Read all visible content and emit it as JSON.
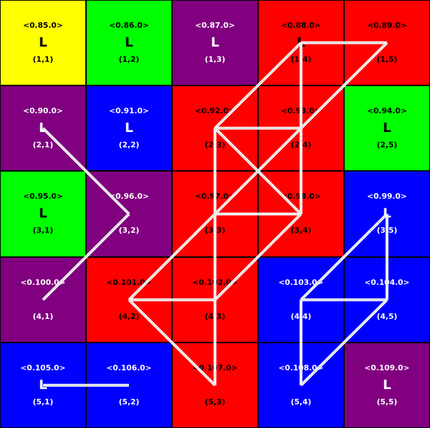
{
  "palette": {
    "yellow": "#ffff00",
    "green": "#00ff00",
    "purple": "#800080",
    "red": "#ff0000",
    "blue": "#0000ff"
  },
  "grid": {
    "rows": [
      [
        {
          "label": "<0.85.0>",
          "letter": "L",
          "coord": "(1,1)",
          "color": "yellow"
        },
        {
          "label": "<0.86.0>",
          "letter": "L",
          "coord": "(1,2)",
          "color": "green"
        },
        {
          "label": "<0.87.0>",
          "letter": "L",
          "coord": "(1,3)",
          "color": "purple"
        },
        {
          "label": "<0.88.0>",
          "letter": "L",
          "coord": "(1,4)",
          "color": "red"
        },
        {
          "label": "<0.89.0>",
          "letter": "",
          "coord": "(1,5)",
          "color": "red"
        }
      ],
      [
        {
          "label": "<0.90.0>",
          "letter": "L",
          "coord": "(2,1)",
          "color": "purple"
        },
        {
          "label": "<0.91.0>",
          "letter": "L",
          "coord": "(2,2)",
          "color": "blue"
        },
        {
          "label": "<0.92.0>",
          "letter": "",
          "coord": "(2,3)",
          "color": "red"
        },
        {
          "label": "<0.93.0>",
          "letter": "",
          "coord": "(2,4)",
          "color": "red"
        },
        {
          "label": "<0.94.0>",
          "letter": "L",
          "coord": "(2,5)",
          "color": "green"
        }
      ],
      [
        {
          "label": "<0.95.0>",
          "letter": "L",
          "coord": "(3,1)",
          "color": "green"
        },
        {
          "label": "<0.96.0>",
          "letter": "",
          "coord": "(3,2)",
          "color": "purple"
        },
        {
          "label": "<0.97.0>",
          "letter": "",
          "coord": "(3,3)",
          "color": "red"
        },
        {
          "label": "<0.98.0>",
          "letter": "",
          "coord": "(3,4)",
          "color": "red"
        },
        {
          "label": "<0.99.0>",
          "letter": "L",
          "coord": "(3,5)",
          "color": "blue"
        }
      ],
      [
        {
          "label": "<0.100.0>",
          "letter": "",
          "coord": "(4,1)",
          "color": "purple"
        },
        {
          "label": "<0.101.0>",
          "letter": "",
          "coord": "(4,2)",
          "color": "red"
        },
        {
          "label": "<0.102.0>",
          "letter": "",
          "coord": "(4,3)",
          "color": "red"
        },
        {
          "label": "<0.103.0>",
          "letter": "",
          "coord": "(4,4)",
          "color": "blue"
        },
        {
          "label": "<0.104.0>",
          "letter": "",
          "coord": "(4,5)",
          "color": "blue"
        }
      ],
      [
        {
          "label": "<0.105.0>",
          "letter": "L",
          "coord": "(5,1)",
          "color": "blue"
        },
        {
          "label": "<0.106.0>",
          "letter": "",
          "coord": "(5,2)",
          "color": "blue"
        },
        {
          "label": "<0.107.0>",
          "letter": "",
          "coord": "(5,3)",
          "color": "red"
        },
        {
          "label": "<0.108.0>",
          "letter": "",
          "coord": "(5,4)",
          "color": "blue"
        },
        {
          "label": "<0.109.0>",
          "letter": "L",
          "coord": "(5,5)",
          "color": "purple"
        }
      ]
    ]
  },
  "links": [
    [
      [
        1,
        4
      ],
      [
        2,
        3
      ]
    ],
    [
      [
        1,
        4
      ],
      [
        1,
        5
      ]
    ],
    [
      [
        1,
        4
      ],
      [
        2,
        4
      ]
    ],
    [
      [
        1,
        5
      ],
      [
        2,
        4
      ]
    ],
    [
      [
        2,
        3
      ],
      [
        2,
        4
      ]
    ],
    [
      [
        2,
        3
      ],
      [
        3,
        3
      ]
    ],
    [
      [
        2,
        3
      ],
      [
        3,
        4
      ]
    ],
    [
      [
        2,
        4
      ],
      [
        3,
        3
      ]
    ],
    [
      [
        2,
        4
      ],
      [
        3,
        4
      ]
    ],
    [
      [
        3,
        3
      ],
      [
        3,
        4
      ]
    ],
    [
      [
        3,
        3
      ],
      [
        4,
        2
      ]
    ],
    [
      [
        3,
        3
      ],
      [
        4,
        3
      ]
    ],
    [
      [
        3,
        4
      ],
      [
        4,
        3
      ]
    ],
    [
      [
        4,
        2
      ],
      [
        4,
        3
      ]
    ],
    [
      [
        4,
        2
      ],
      [
        5,
        3
      ]
    ],
    [
      [
        4,
        3
      ],
      [
        5,
        3
      ]
    ],
    [
      [
        2,
        1
      ],
      [
        3,
        2
      ]
    ],
    [
      [
        3,
        2
      ],
      [
        4,
        1
      ]
    ],
    [
      [
        5,
        1
      ],
      [
        5,
        2
      ]
    ],
    [
      [
        3,
        5
      ],
      [
        4,
        4
      ]
    ],
    [
      [
        3,
        5
      ],
      [
        4,
        5
      ]
    ],
    [
      [
        4,
        4
      ],
      [
        4,
        5
      ]
    ],
    [
      [
        4,
        4
      ],
      [
        5,
        4
      ]
    ],
    [
      [
        4,
        5
      ],
      [
        5,
        4
      ]
    ]
  ]
}
